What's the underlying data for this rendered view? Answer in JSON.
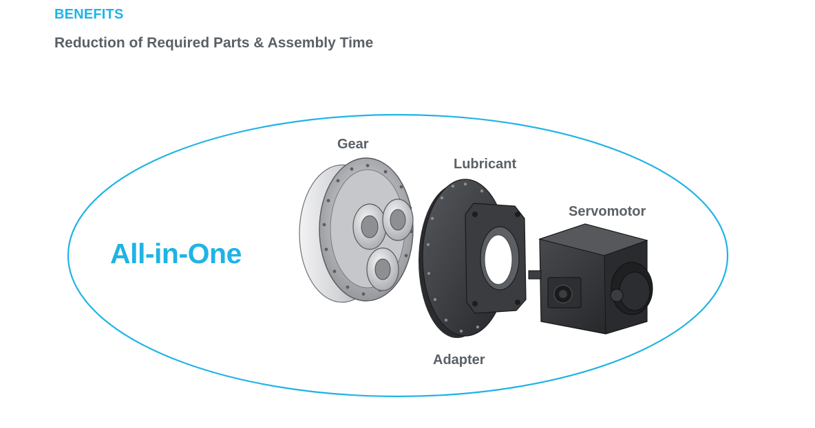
{
  "header": {
    "section_tag": "BENEFITS",
    "subtitle": "Reduction of Required Parts & Assembly Time"
  },
  "diagram": {
    "hero_text": "All-in-One",
    "components": [
      {
        "label": "Gear",
        "icon": "gear-reducer-icon"
      },
      {
        "label": "Lubricant",
        "icon": "lubricant-icon"
      },
      {
        "label": "Servomotor",
        "icon": "servomotor-icon"
      },
      {
        "label": "Adapter",
        "icon": "adapter-flange-icon"
      }
    ]
  },
  "colors": {
    "accent": "#1fb3e6",
    "text_gray": "#5a6066",
    "part_dark": "#3b3d40",
    "part_light": "#d9dadc"
  }
}
